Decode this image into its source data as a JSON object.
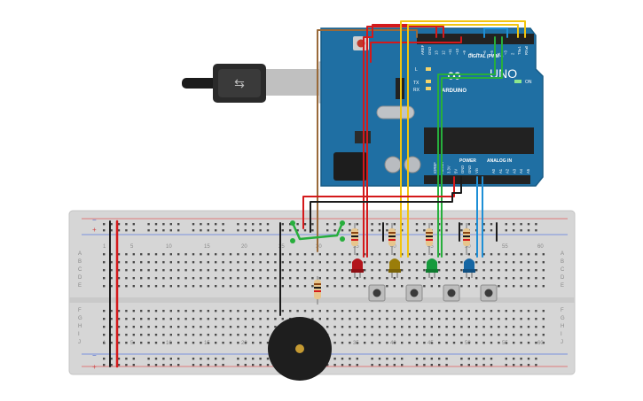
{
  "arduino": {
    "brand": "ARDUINO",
    "model": "UNO",
    "logo_symbol": "∞",
    "digital_label": "DIGITAL (PWM~)",
    "analog_label": "ANALOG IN",
    "power_label": "POWER",
    "on_label": "ON",
    "tx_label": "TX",
    "rx_label": "RX",
    "l_label": "L",
    "digital_pins": [
      "AREF",
      "GND",
      "13",
      "12",
      "~11",
      "~10",
      "~9",
      "8",
      "7",
      "~6",
      "~5",
      "4",
      "~3",
      "2",
      "TX▸1",
      "RX◂0"
    ],
    "power_pins": [
      "IOREF",
      "RESET",
      "3.3V",
      "5V",
      "GND",
      "GND",
      "Vin"
    ],
    "analog_pins": [
      "A0",
      "A1",
      "A2",
      "A3",
      "A4",
      "A5"
    ]
  },
  "breadboard": {
    "column_numbers": [
      "1",
      "5",
      "10",
      "15",
      "20",
      "25",
      "30",
      "35",
      "40",
      "45",
      "50",
      "55",
      "60"
    ],
    "rows_top": [
      "A",
      "B",
      "C",
      "D",
      "E"
    ],
    "rows_bottom": [
      "F",
      "G",
      "H",
      "I",
      "J"
    ],
    "rail_plus": "+",
    "rail_minus": "−"
  },
  "colors": {
    "board_blue": "#1f6fa3",
    "wire_red": "#d4191b",
    "wire_yellow": "#f1c40f",
    "wire_green": "#27ae3c",
    "wire_blue": "#1e8fd6",
    "wire_brown": "#9a6a3a",
    "led_red": "#b3141b",
    "led_yellow": "#9a7d0a",
    "led_green": "#159a3c",
    "led_blue": "#1566a3"
  }
}
